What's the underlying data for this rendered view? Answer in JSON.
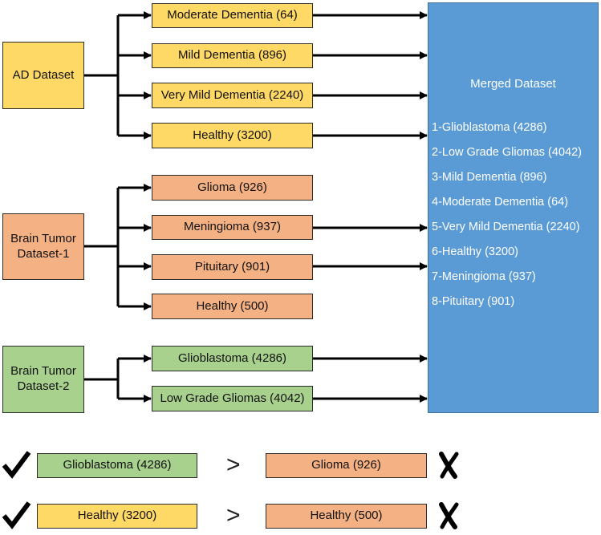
{
  "sources": {
    "ad": "AD Dataset",
    "bt1": "Brain Tumor Dataset-1",
    "bt2": "Brain Tumor Dataset-2"
  },
  "classes": {
    "moderate": "Moderate Dementia (64)",
    "mild": "Mild Dementia (896)",
    "very_mild": "Very Mild Dementia (2240)",
    "healthy_ad": "Healthy (3200)",
    "glioma": "Glioma (926)",
    "meningioma": "Meningioma (937)",
    "pituitary": "Pituitary (901)",
    "healthy_bt1": "Healthy (500)",
    "glioblastoma": "Glioblastoma (4286)",
    "lgg": "Low Grade Gliomas (4042)"
  },
  "merged": {
    "title": "Merged Dataset",
    "items": [
      "1-Glioblastoma (4286)",
      "2-Low Grade Gliomas (4042)",
      "3-Mild Dementia (896)",
      "4-Moderate Dementia (64)",
      "5-Very Mild Dementia (2240)",
      "6-Healthy (3200)",
      "7-Meningioma (937)",
      "8-Pituitary (901)"
    ]
  },
  "comparisons": [
    {
      "left": "Glioblastoma (4286)",
      "operator": ">",
      "right": "Glioma (926)"
    },
    {
      "left": "Healthy (3200)",
      "operator": ">",
      "right": "Healthy (500)"
    }
  ],
  "colors": {
    "ad": "#ffd966",
    "bt1": "#f4b183",
    "bt2": "#a9d18e",
    "merged": "#5b9bd5"
  },
  "icons": {
    "included": "check-mark",
    "excluded": "x-mark"
  }
}
